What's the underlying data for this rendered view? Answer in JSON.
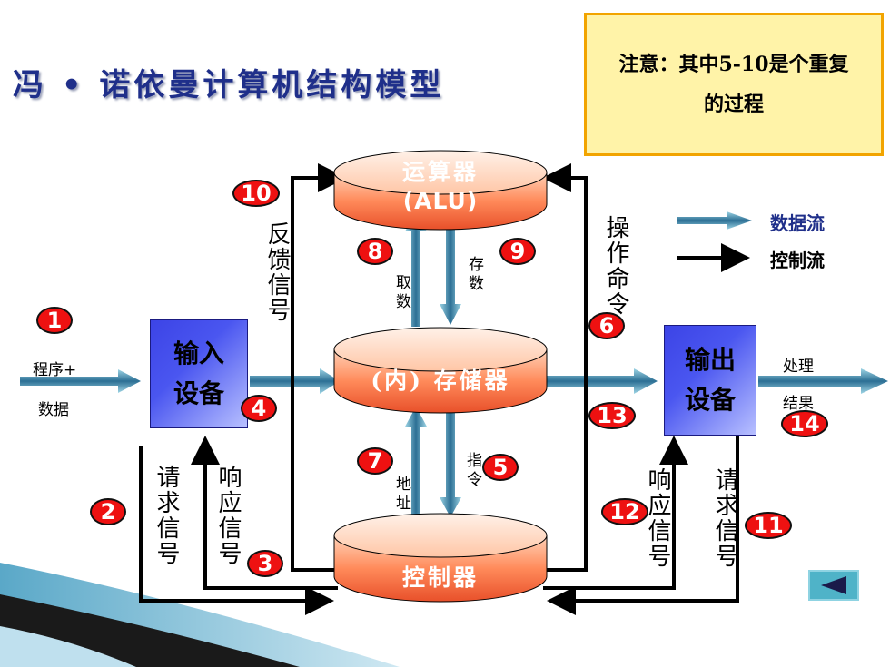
{
  "title": "冯 • 诺依曼计算机结构模型",
  "note": "注意：其中5-10是个重复的过程",
  "alu": {
    "line1": "运算器",
    "line2": "(ALU)"
  },
  "memory": "(内) 存储器",
  "controller": "控制器",
  "input_device": {
    "line1": "输入",
    "line2": "设备"
  },
  "output_device": {
    "line1": "输出",
    "line2": "设备"
  },
  "labels": {
    "program_data_1": "程序+",
    "program_data_2": "数据",
    "feedback": "反馈信号",
    "operation_cmd": "操作命令",
    "fetch": "取数",
    "store": "存数",
    "address": "地址",
    "instruction": "指令",
    "request_left": "请求信号",
    "response_left": "响应信号",
    "response_right": "响应信号",
    "request_right": "请求信号",
    "result_1": "处理",
    "result_2": "结果"
  },
  "legend": {
    "data_flow": "数据流",
    "control_flow": "控制流"
  },
  "badges": {
    "b1": "1",
    "b2": "2",
    "b3": "3",
    "b4": "4",
    "b5": "5",
    "b6": "6",
    "b7": "7",
    "b8": "8",
    "b9": "9",
    "b10": "10",
    "b11": "11",
    "b12": "12",
    "b13": "13",
    "b14": "14"
  },
  "colors": {
    "title": "#1f2f8a",
    "badge": "#ee1111",
    "note_bg": "#fff3a8",
    "note_border": "#f2a400"
  }
}
